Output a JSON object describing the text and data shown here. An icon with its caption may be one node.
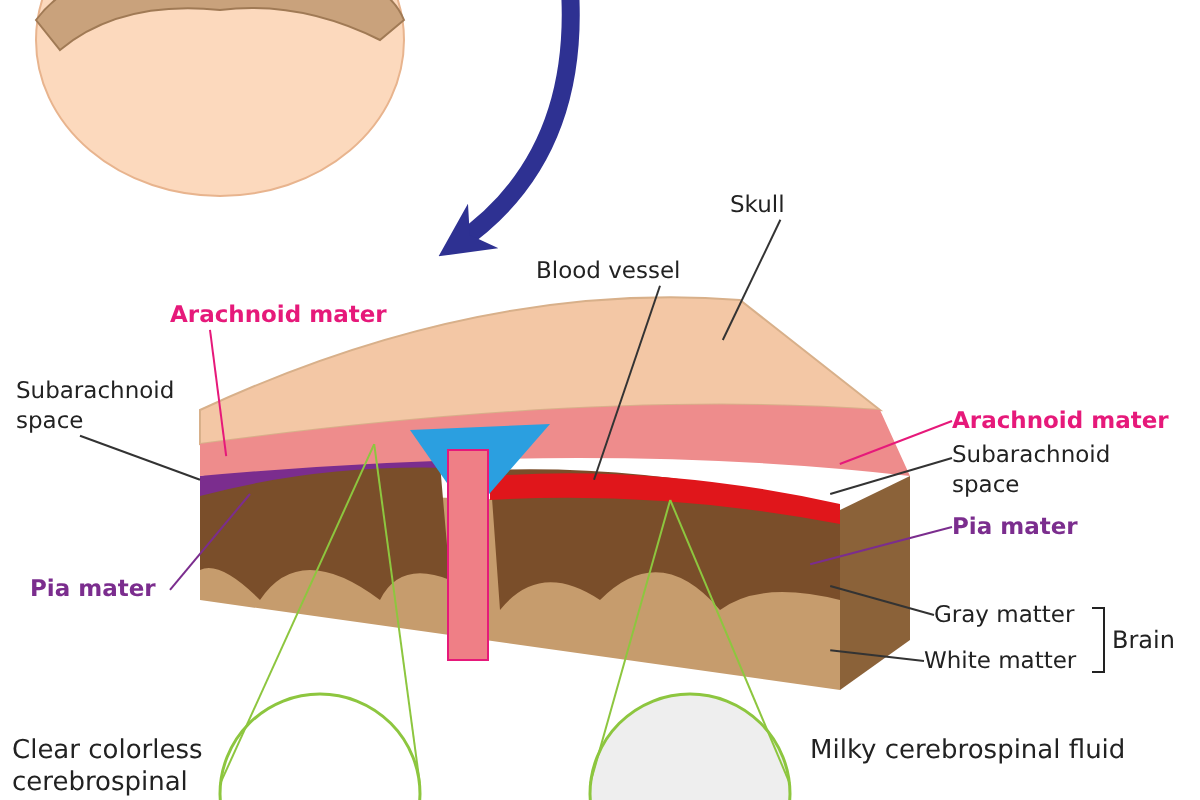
{
  "diagram": {
    "nodes": [
      {
        "text": [],
        "shape": "person"
      },
      {
        "text": [],
        "shape": "picture"
      },
      {
        "text": [
          "Skull"
        ]
      },
      {
        "text": [
          "Blood vessel"
        ]
      },
      {
        "text": [
          "Arachnoid mater"
        ]
      },
      {
        "text": [
          "Subarachnoid space"
        ]
      },
      {
        "text": [
          "Pia mater"
        ]
      },
      {
        "text": [
          "Arachnoid mater"
        ]
      },
      {
        "text": [
          "Subarachnoid space"
        ]
      },
      {
        "text": [
          "Pia mater"
        ]
      },
      {
        "text": [
          "Gray matter"
        ]
      },
      {
        "text": [
          "White matter"
        ]
      },
      {
        "text": [],
        "shape": "circle",
        "beside": [
          "Clear colorless cerebrospinal"
        ]
      },
      {
        "text": [],
        "shape": "circle",
        "beside": [
          "Milky cerebrospinal fluid"
        ]
      }
    ],
    "edges": [
      {
        "from": null,
        "to": 1,
        "arrow": "to",
        "style": "thick",
        "color": "#2e3192"
      },
      {
        "from": 2,
        "to": 1,
        "arrow": "none"
      },
      {
        "from": 3,
        "to": 1,
        "arrow": "none"
      },
      {
        "from": 4,
        "to": 1,
        "arrow": "none",
        "color": "#e6197a"
      },
      {
        "from": 5,
        "to": 1,
        "arrow": "none"
      },
      {
        "from": 6,
        "to": 1,
        "arrow": "none",
        "color": "#7b2d8e"
      },
      {
        "from": 7,
        "to": 1,
        "arrow": "none",
        "color": "#e6197a"
      },
      {
        "from": 8,
        "to": 1,
        "arrow": "none"
      },
      {
        "from": 9,
        "to": 1,
        "arrow": "none",
        "color": "#7b2d8e"
      },
      {
        "from": 10,
        "to": 1,
        "arrow": "none"
      },
      {
        "from": 11,
        "to": 1,
        "arrow": "none"
      },
      {
        "from": 1,
        "to": 12,
        "arrow": "none",
        "color": "#8dc63f"
      },
      {
        "from": 1,
        "to": 12,
        "arrow": "none",
        "color": "#8dc63f"
      },
      {
        "from": 1,
        "to": 13,
        "arrow": "none",
        "color": "#8dc63f"
      },
      {
        "from": 1,
        "to": 13,
        "arrow": "none",
        "color": "#8dc63f"
      }
    ],
    "labels": [
      "Brain"
    ]
  }
}
